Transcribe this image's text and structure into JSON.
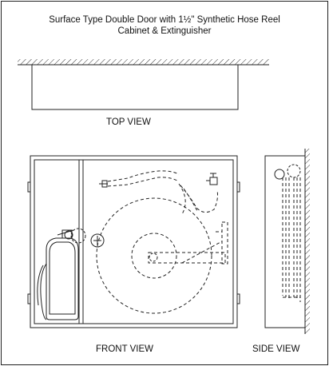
{
  "title": {
    "line1": "Surface Type Double Door with 1½\" Synthetic Hose Reel",
    "line2": "Cabinet & Extinguisher"
  },
  "views": {
    "top": "TOP VIEW",
    "front": "FRONT VIEW",
    "side": "SIDE VIEW"
  }
}
